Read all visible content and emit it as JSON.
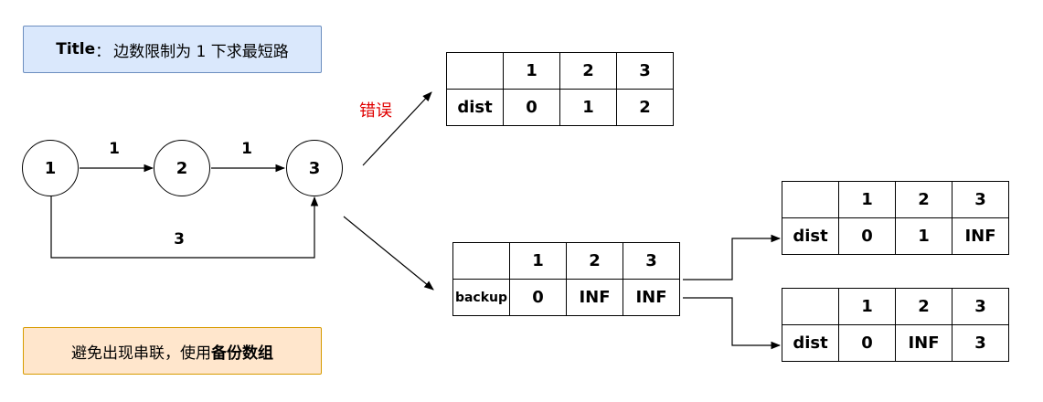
{
  "title_box": {
    "label": "Title",
    "separator": "：",
    "text": "边数限制为 1 下求最短路"
  },
  "graph": {
    "nodes": [
      "1",
      "2",
      "3"
    ],
    "edges": [
      {
        "from": "1",
        "to": "2",
        "weight": "1"
      },
      {
        "from": "2",
        "to": "3",
        "weight": "1"
      },
      {
        "from": "1",
        "to": "3",
        "weight": "3"
      }
    ]
  },
  "wrong_label": "错误",
  "wrong_table": {
    "header": [
      "",
      "1",
      "2",
      "3"
    ],
    "row": [
      "dist",
      "0",
      "1",
      "2"
    ]
  },
  "backup_table": {
    "header": [
      "",
      "1",
      "2",
      "3"
    ],
    "row": [
      "backup",
      "0",
      "INF",
      "INF"
    ]
  },
  "result_table_1": {
    "header": [
      "",
      "1",
      "2",
      "3"
    ],
    "row": [
      "dist",
      "0",
      "1",
      "INF"
    ]
  },
  "result_table_2": {
    "header": [
      "",
      "1",
      "2",
      "3"
    ],
    "row": [
      "dist",
      "0",
      "INF",
      "3"
    ]
  },
  "note_box": {
    "text": "避免出现串联，使用 ",
    "bold": "备份数组"
  },
  "colors": {
    "title_fill": "#dae8fc",
    "title_stroke": "#6c8ebf",
    "note_fill": "#ffe6cc",
    "note_stroke": "#d79b00",
    "wrong_text": "#e00000"
  }
}
